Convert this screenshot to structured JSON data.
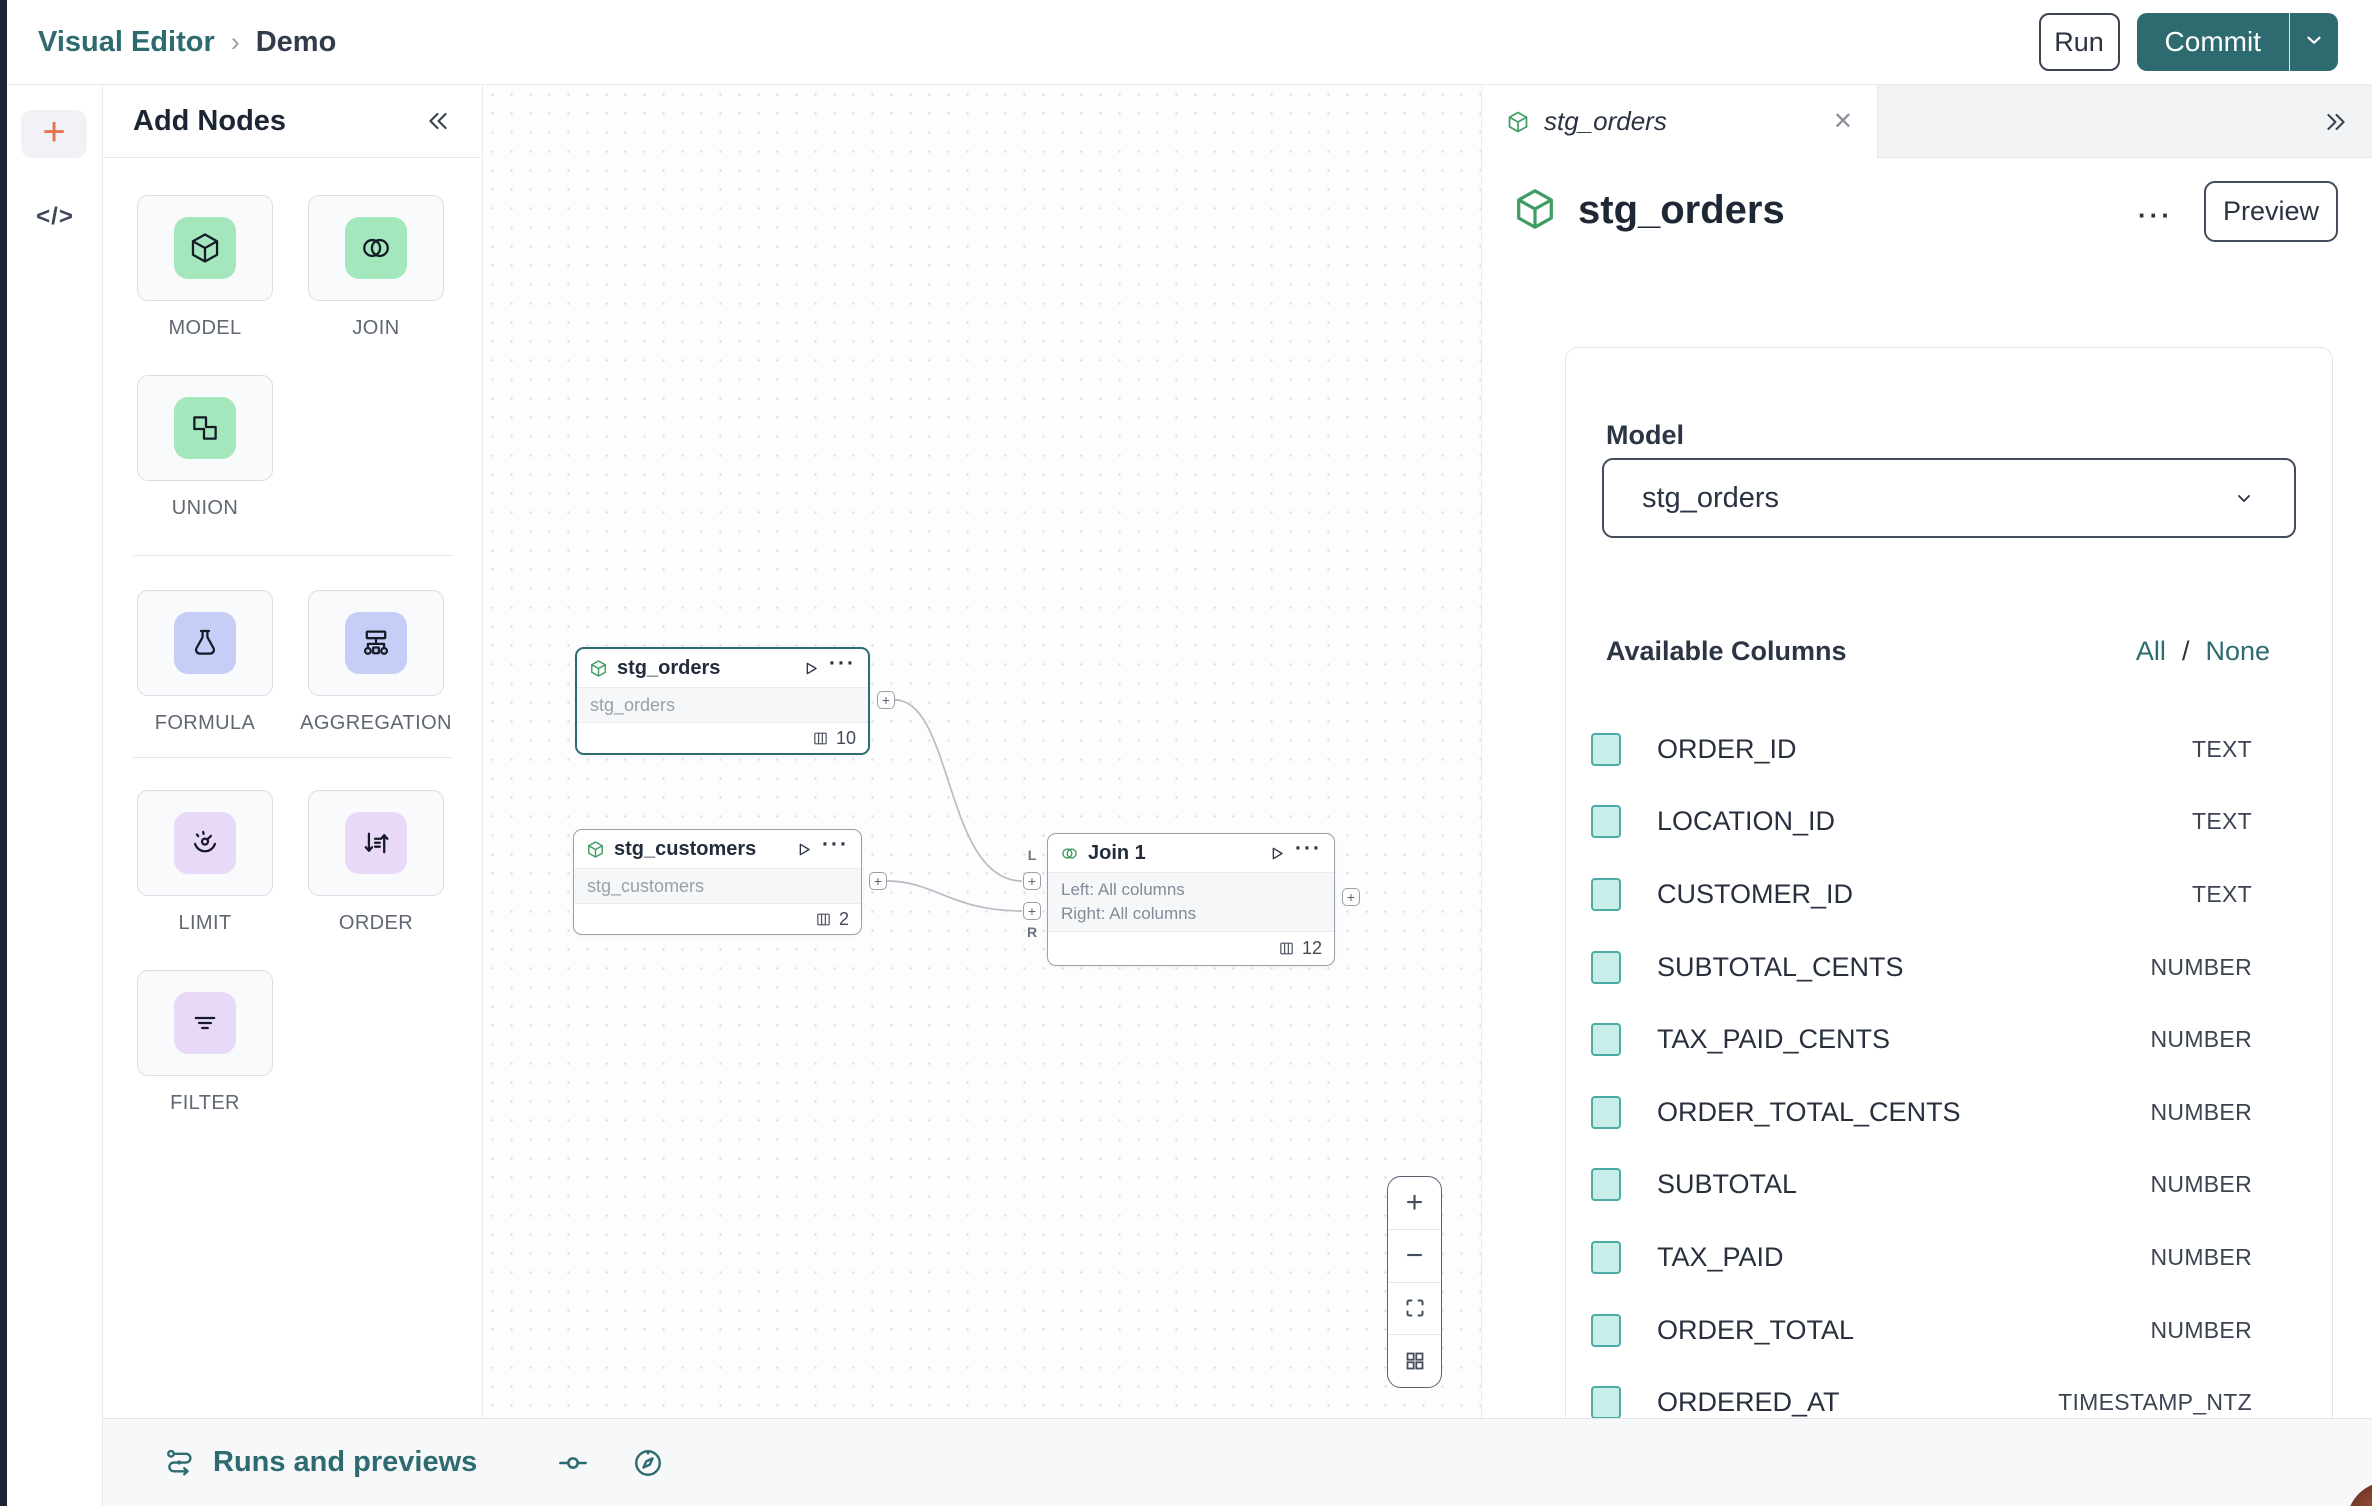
{
  "colors": {
    "teal": "#2d6b70",
    "dark_text": "#2a3342",
    "green_icon": "#3f9d63",
    "mint": "#a4e7bd",
    "periwinkle": "#c6cdf7",
    "lavender": "#e9d9f8",
    "checkbox_fill": "#c9eee9",
    "checkbox_border": "#4aaca4",
    "orange_plus": "#e8714e"
  },
  "icons": {
    "more": "···",
    "close": "✕",
    "breadcrumb_sep": "›",
    "plus": "+",
    "minus": "−",
    "code": "</>",
    "rail_add": "+"
  },
  "header": {
    "breadcrumb": {
      "root": "Visual Editor",
      "current": "Demo"
    },
    "run_button": "Run",
    "commit_button": "Commit"
  },
  "palette": {
    "title": "Add Nodes",
    "items": [
      {
        "label": "MODEL"
      },
      {
        "label": "JOIN"
      },
      {
        "label": "UNION"
      },
      {
        "label": "FORMULA"
      },
      {
        "label": "AGGREGATION"
      },
      {
        "label": "LIMIT"
      },
      {
        "label": "ORDER"
      },
      {
        "label": "FILTER"
      }
    ]
  },
  "canvas": {
    "nodes": [
      {
        "title": "stg_orders",
        "subtitle": "stg_orders",
        "column_count": "10"
      },
      {
        "title": "stg_customers",
        "subtitle": "stg_customers",
        "column_count": "2"
      },
      {
        "title": "Join 1",
        "lines": [
          "Left: All columns",
          "Right: All columns"
        ],
        "column_count": "12",
        "left_port_label": "L",
        "right_port_label": "R"
      }
    ]
  },
  "inspector": {
    "tab": {
      "label": "stg_orders"
    },
    "title": "stg_orders",
    "preview_button": "Preview",
    "model_section": {
      "label": "Model",
      "value": "stg_orders"
    },
    "columns_section": {
      "title": "Available Columns",
      "select_all": "All",
      "separator": "/",
      "select_none": "None",
      "columns": [
        {
          "name": "ORDER_ID",
          "type": "TEXT"
        },
        {
          "name": "LOCATION_ID",
          "type": "TEXT"
        },
        {
          "name": "CUSTOMER_ID",
          "type": "TEXT"
        },
        {
          "name": "SUBTOTAL_CENTS",
          "type": "NUMBER"
        },
        {
          "name": "TAX_PAID_CENTS",
          "type": "NUMBER"
        },
        {
          "name": "ORDER_TOTAL_CENTS",
          "type": "NUMBER"
        },
        {
          "name": "SUBTOTAL",
          "type": "NUMBER"
        },
        {
          "name": "TAX_PAID",
          "type": "NUMBER"
        },
        {
          "name": "ORDER_TOTAL",
          "type": "NUMBER"
        },
        {
          "name": "ORDERED_AT",
          "type": "TIMESTAMP_NTZ"
        }
      ]
    }
  },
  "bottom_bar": {
    "runs_label": "Runs and previews"
  }
}
